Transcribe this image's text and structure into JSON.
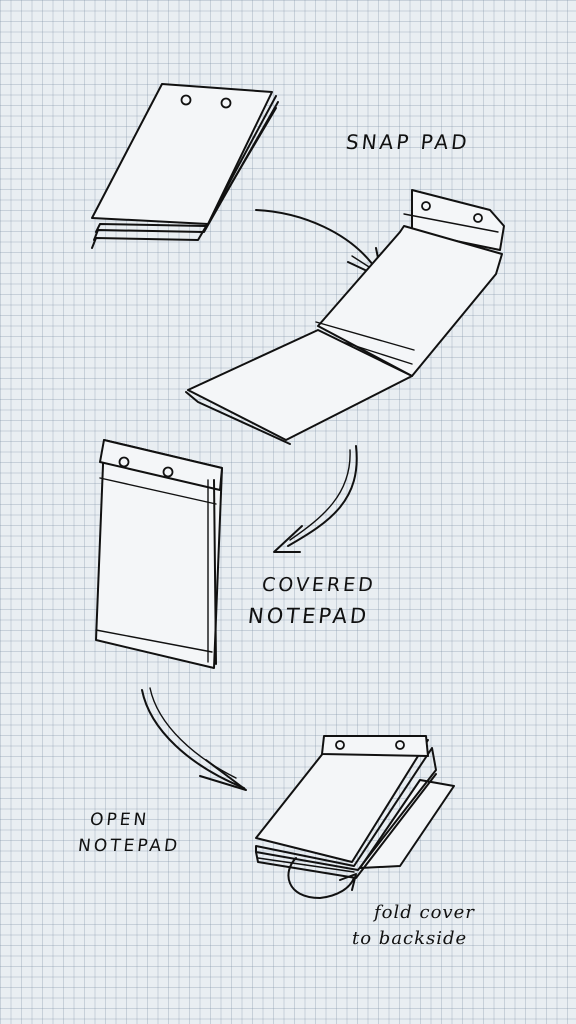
{
  "labels": {
    "snap_pad": "SNAP PAD",
    "covered_line1": "COVERED",
    "covered_line2": "NOTEPAD",
    "open_line1": "OPEN",
    "open_line2": "NOTEPAD",
    "fold_line1": "fold cover",
    "fold_line2": "to backside"
  },
  "colors": {
    "ink": "#111111",
    "paper": "#f4f6f8",
    "grid_background": "#e9eef2"
  }
}
